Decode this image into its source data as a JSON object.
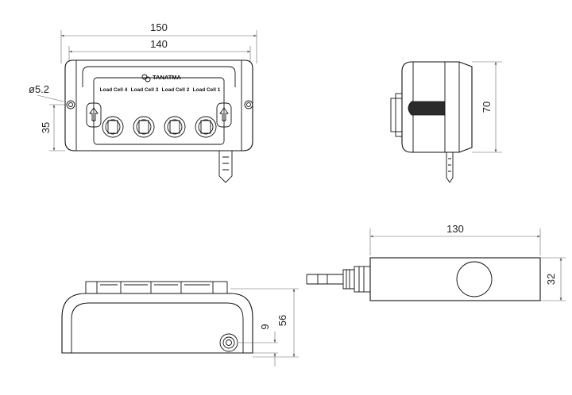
{
  "dimensions": {
    "top_overall_width": "150",
    "top_hole_spacing": "140",
    "hole_diameter": "ø5.2",
    "hole_height": "35",
    "side_height": "70",
    "front_height": "56",
    "port_height": "9",
    "load_cell_length": "130",
    "load_cell_height": "32"
  },
  "top_view": {
    "brand": "TANATMA",
    "ports": [
      "Load Cell 4",
      "Load Cell 3",
      "Load Cell 2",
      "Load Cell 1"
    ]
  },
  "icons": [
    "arrow-up-icon",
    "cable-gland-icon",
    "logo-icon"
  ]
}
